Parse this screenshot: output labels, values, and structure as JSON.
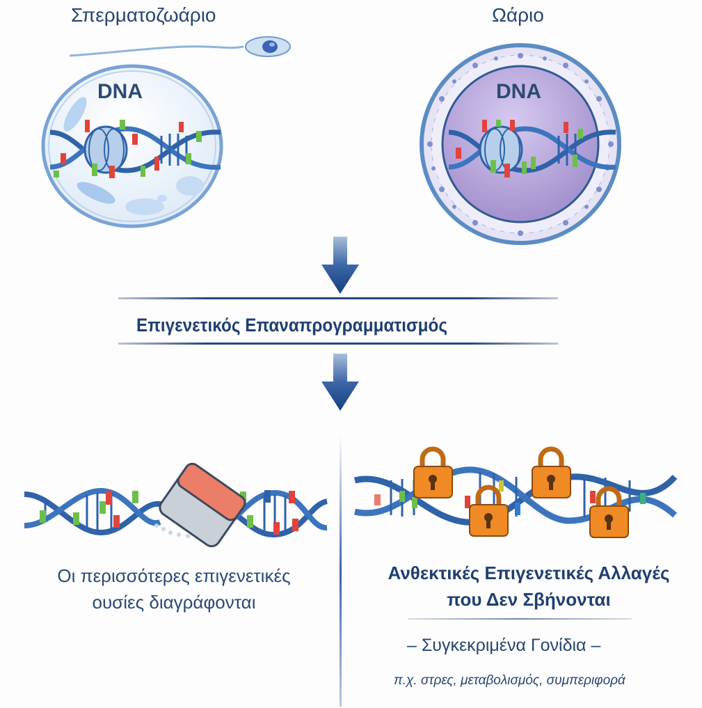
{
  "top": {
    "sperm_label": "Σπερματοζωάριο",
    "egg_label": "Ωάριο",
    "sperm_dna_label": "DNA",
    "egg_dna_label": "DNA"
  },
  "middle": {
    "process_title": "Επιγενετικός Επαναπρογραμματισμός"
  },
  "bottom_left": {
    "caption_line1": "Οι περισσότερες επιγενετικές",
    "caption_line2": "ουσίες διαγράφονται"
  },
  "bottom_right": {
    "caption_line1": "Ανθεκτικές Επιγενετικές Αλλαγές",
    "caption_line2": "που Δεν Σβήνονται",
    "subtitle": "– Συγκεκριμένα Γονίδια –",
    "examples": "π.χ. στρες, μεταβολισμός, συμπεριφορά"
  },
  "icons": {
    "sperm": "sperm-cell-icon",
    "egg": "egg-cell-icon",
    "dna": "dna-helix-icon",
    "arrow": "arrow-down-icon",
    "eraser": "eraser-icon",
    "lock": "padlock-icon"
  },
  "colors": {
    "primary_text": "#1f3f70",
    "helix_blue": "#2f62a8",
    "mark_red": "#e2433a",
    "mark_green": "#6cc04a",
    "lock_orange": "#f08a24",
    "egg_purple": "#a996d2"
  }
}
